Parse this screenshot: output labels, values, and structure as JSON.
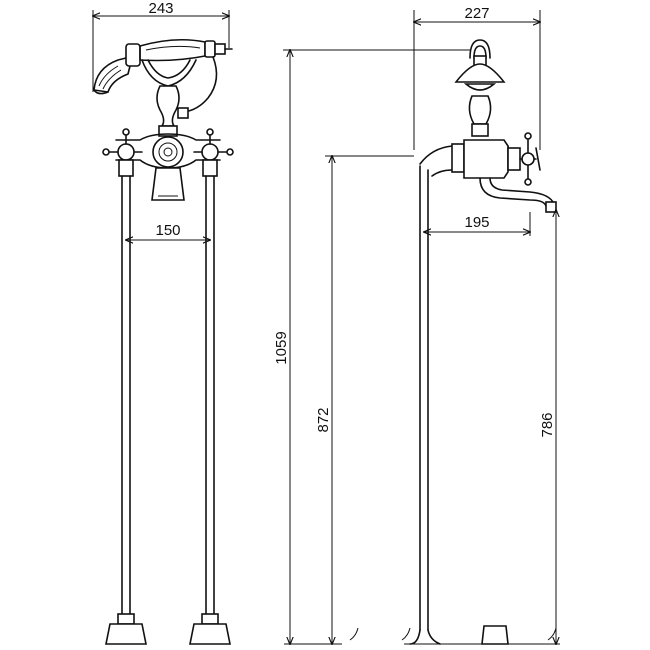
{
  "dimensions": {
    "front_total_width": "243",
    "front_leg_spacing": "150",
    "side_total_width": "227",
    "side_spout_reach": "195",
    "total_height": "1059",
    "spout_height": "872",
    "outlet_height": "786"
  }
}
